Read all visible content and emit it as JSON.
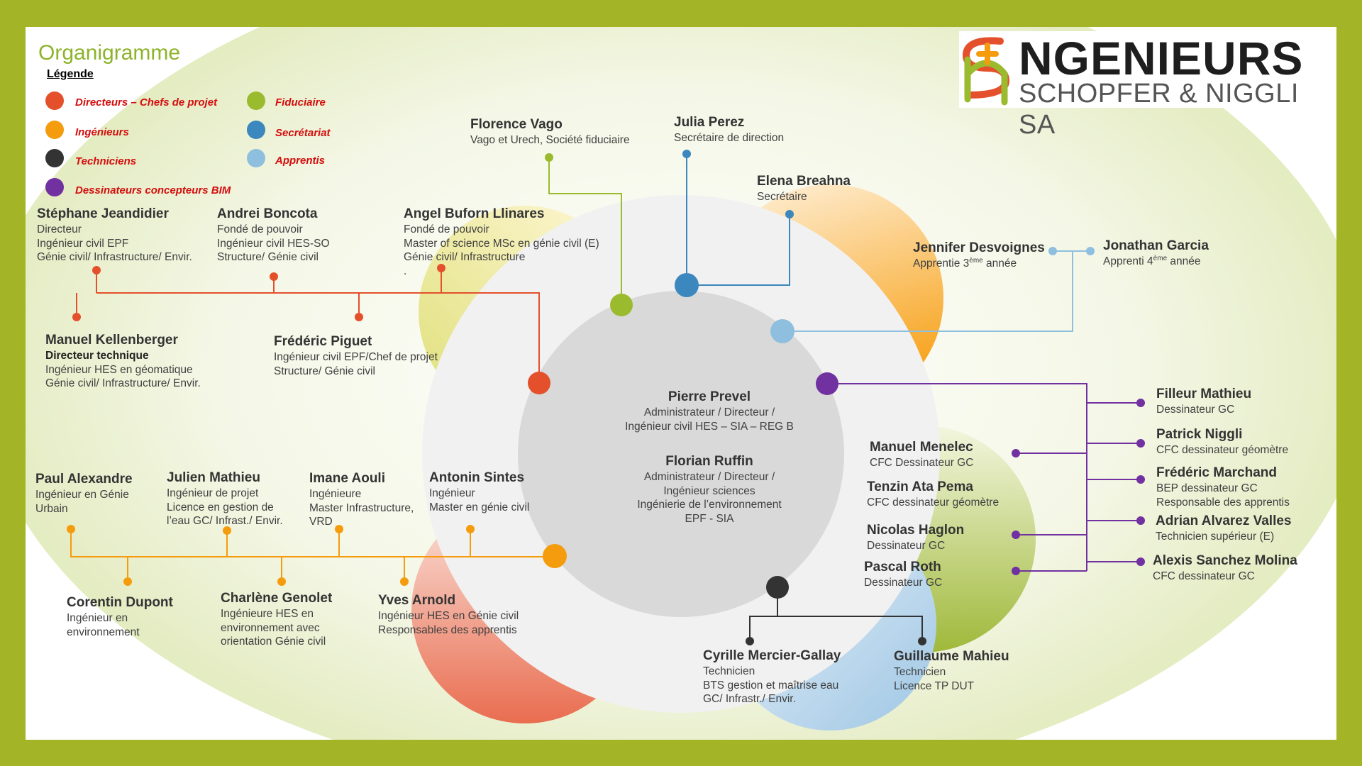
{
  "title": "Organigramme",
  "legend": {
    "heading": "Légende",
    "items": [
      {
        "label": "Directeurs – Chefs de projet",
        "color": "#e4502b"
      },
      {
        "label": "Ingénieurs",
        "color": "#f59c0e"
      },
      {
        "label": "Techniciens",
        "color": "#333333"
      },
      {
        "label": "Dessinateurs concepteurs BIM",
        "color": "#7131a1"
      },
      {
        "label": "Fiduciaire",
        "color": "#9bbb2f"
      },
      {
        "label": "Secrétariat",
        "color": "#3b87be"
      },
      {
        "label": "Apprentis",
        "color": "#8fbfde"
      }
    ]
  },
  "logo": {
    "mark": "SN",
    "brand": "NGENIEURS",
    "company": "SCHOPFER & NIGGLI SA"
  },
  "center": [
    {
      "name": "Pierre Prevel",
      "lines": [
        "Administrateur / Directeur /",
        "Ingénieur civil HES – SIA – REG B"
      ]
    },
    {
      "name": "Florian Ruffin",
      "lines": [
        "Administrateur / Directeur /",
        "Ingénieur sciences",
        "Ingénierie de l’environnement",
        "EPF - SIA"
      ]
    }
  ],
  "people": [
    {
      "id": "jeandidier",
      "name": "Stéphane Jeandidier",
      "lines": [
        "Directeur",
        "Ingénieur civil EPF",
        "Génie civil/ Infrastructure/ Envir."
      ]
    },
    {
      "id": "boncota",
      "name": "Andrei Boncota",
      "lines": [
        "Fondé de pouvoir",
        "Ingénieur civil HES-SO",
        "Structure/ Génie civil"
      ]
    },
    {
      "id": "buforn",
      "name": "Angel Buforn Llinares",
      "lines": [
        "Fondé de pouvoir",
        "Master of science MSc en génie civil (E)",
        "Génie civil/ Infrastructure",
        "."
      ]
    },
    {
      "id": "kellenberger",
      "name": "Manuel Kellenberger",
      "lines": [
        "Directeur technique",
        "Ingénieur HES en géomatique",
        "Génie civil/ Infrastructure/ Envir."
      ]
    },
    {
      "id": "piguet",
      "name": "Frédéric Piguet",
      "lines": [
        "Ingénieur civil EPF/Chef de projet",
        "Structure/ Génie civil"
      ]
    },
    {
      "id": "vago",
      "name": "Florence Vago",
      "lines": [
        "Vago et Urech, Société fiduciaire"
      ]
    },
    {
      "id": "perez",
      "name": "Julia Perez",
      "lines": [
        "Secrétaire de direction"
      ]
    },
    {
      "id": "breahna",
      "name": "Elena Breahna",
      "lines": [
        "Secrétaire"
      ]
    },
    {
      "id": "desvoignes",
      "name": "Jennifer Desvoignes",
      "lines": [
        "Apprentie 3",
        "ème",
        " année"
      ]
    },
    {
      "id": "garcia",
      "name": "Jonathan Garcia",
      "lines": [
        "Apprenti 4",
        "ème",
        " année"
      ]
    },
    {
      "id": "filleur",
      "name": "Filleur Mathieu",
      "lines": [
        "Dessinateur GC"
      ]
    },
    {
      "id": "niggli",
      "name": "Patrick Niggli",
      "lines": [
        "CFC dessinateur géomètre"
      ]
    },
    {
      "id": "marchand",
      "name": "Frédéric Marchand",
      "lines": [
        "BEP dessinateur GC",
        "Responsable des apprentis"
      ]
    },
    {
      "id": "alvarez",
      "name": "Adrian Alvarez Valles",
      "lines": [
        "Technicien supérieur (E)"
      ]
    },
    {
      "id": "sanchez",
      "name": "Alexis Sanchez Molina",
      "lines": [
        "CFC dessinateur GC"
      ]
    },
    {
      "id": "menelec",
      "name": "Manuel Menelec",
      "lines": [
        "CFC Dessinateur GC"
      ]
    },
    {
      "id": "pema",
      "name": "Tenzin Ata Pema",
      "lines": [
        "CFC dessinateur géomètre"
      ]
    },
    {
      "id": "haglon",
      "name": "Nicolas Haglon",
      "lines": [
        "Dessinateur GC"
      ]
    },
    {
      "id": "roth",
      "name": "Pascal Roth",
      "lines": [
        "Dessinateur GC"
      ]
    },
    {
      "id": "mercier",
      "name": "Cyrille Mercier-Gallay",
      "lines": [
        "Technicien",
        "BTS gestion et maîtrise eau",
        "GC/ Infrastr./ Envir."
      ]
    },
    {
      "id": "mahieu",
      "name": "Guillaume Mahieu",
      "lines": [
        "Technicien",
        "Licence TP DUT"
      ]
    },
    {
      "id": "alexandre",
      "name": "Paul Alexandre",
      "lines": [
        "Ingénieur en Génie",
        "Urbain"
      ]
    },
    {
      "id": "julien",
      "name": "Julien Mathieu",
      "lines": [
        "Ingénieur de projet",
        "Licence en gestion de",
        "l’eau GC/ Infrast./ Envir."
      ]
    },
    {
      "id": "aouli",
      "name": "Imane Aouli",
      "lines": [
        "Ingénieure",
        "Master Infrastructure,",
        "VRD"
      ]
    },
    {
      "id": "sintes",
      "name": "Antonin Sintes",
      "lines": [
        "Ingénieur",
        "Master en génie civil"
      ]
    },
    {
      "id": "dupont",
      "name": "Corentin Dupont",
      "lines": [
        "Ingénieur en",
        "environnement"
      ]
    },
    {
      "id": "genolet",
      "name": "Charlène Genolet",
      "lines": [
        "Ingénieure HES en",
        "environnement avec",
        "orientation Génie civil"
      ]
    },
    {
      "id": "arnold",
      "name": "Yves Arnold",
      "lines": [
        "Ingénieur HES en Génie civil",
        "Responsables des apprentis"
      ]
    }
  ]
}
